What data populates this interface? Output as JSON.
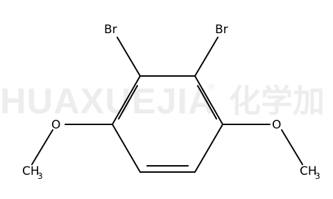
{
  "watermark": {
    "latin": "HUAXUEJIA",
    "registered": "®",
    "chinese": "化学加"
  },
  "molecule": {
    "atoms": {
      "br_left": "Br",
      "br_right": "Br",
      "o_left": "O",
      "o_right": "O",
      "ch3_left": {
        "main": "CH",
        "subscript": "3"
      },
      "ch3_right": {
        "main": "CH",
        "subscript": "3"
      }
    }
  }
}
